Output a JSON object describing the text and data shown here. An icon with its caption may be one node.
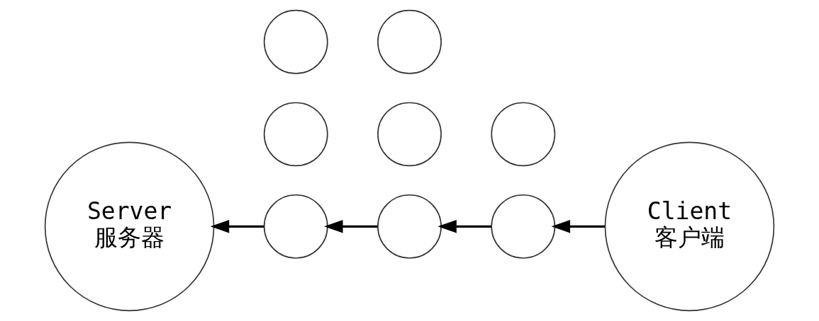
{
  "diagram": {
    "nodes": [
      {
        "text": [
          "Server 服务器"
        ]
      },
      {
        "text": [],
        "shape": "circle"
      },
      {
        "text": [],
        "shape": "circle"
      },
      {
        "text": [],
        "shape": "circle"
      },
      {
        "text": [],
        "shape": "circle"
      },
      {
        "text": [],
        "shape": "circle"
      },
      {
        "text": [],
        "shape": "circle"
      },
      {
        "text": [],
        "shape": "circle"
      },
      {
        "text": [],
        "shape": "circle"
      },
      {
        "text": [
          "Client 客户端"
        ]
      }
    ],
    "edges": [
      {
        "from": 9,
        "to": 6,
        "arrow": "to"
      },
      {
        "from": 6,
        "to": 5,
        "arrow": "to"
      },
      {
        "from": 5,
        "to": 4,
        "arrow": "to"
      },
      {
        "from": 4,
        "to": 0,
        "arrow": "to"
      }
    ]
  }
}
